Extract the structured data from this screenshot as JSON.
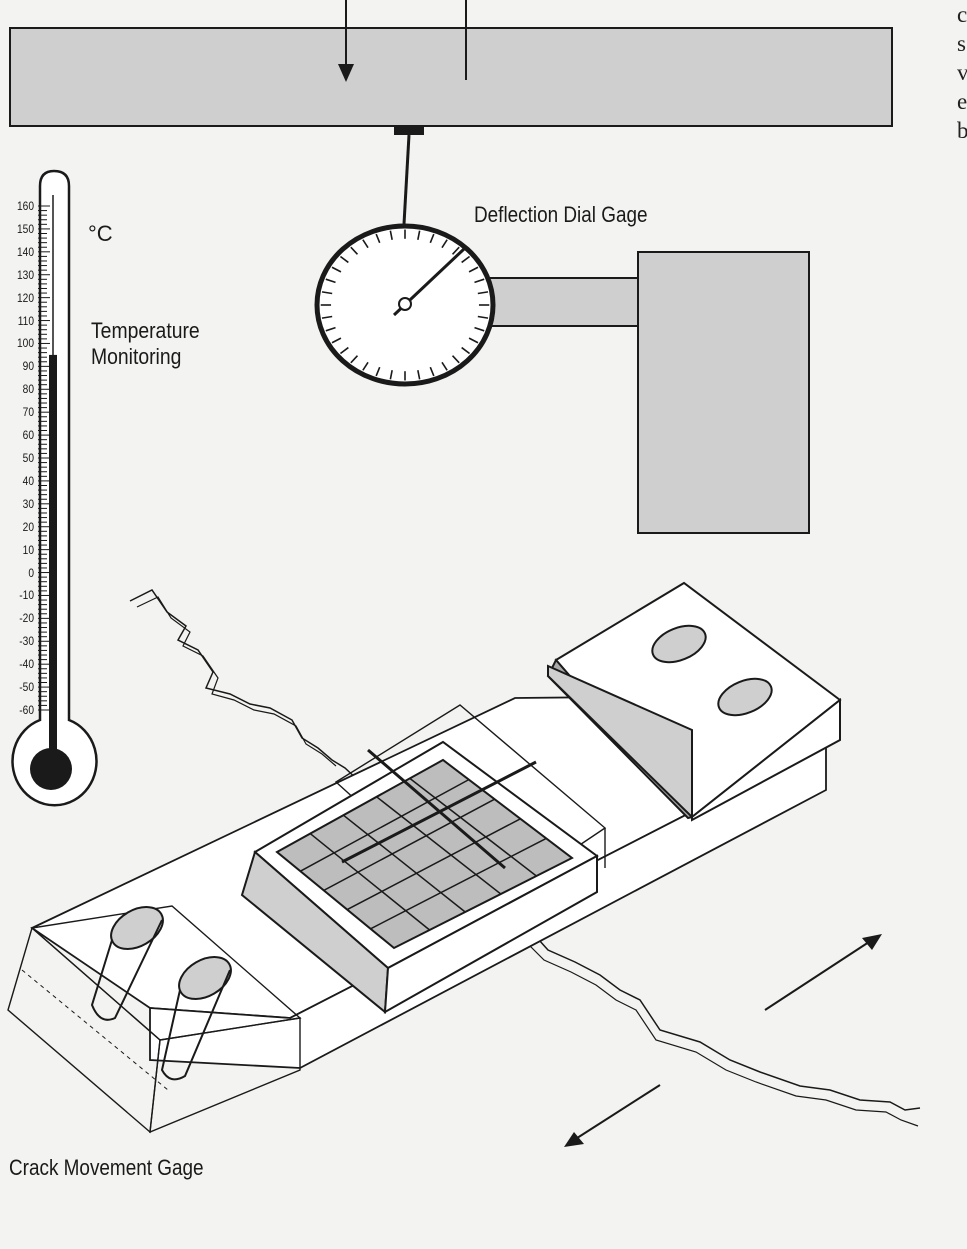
{
  "labels": {
    "dial_gage": "Deflection Dial Gage",
    "temp_unit": "°C",
    "temp_monitor_line1": "Temperature",
    "temp_monitor_line2": "Monitoring",
    "crack_gage": "Crack Movement Gage"
  },
  "thermometer": {
    "scale_labels": [
      "160",
      "150",
      "140",
      "130",
      "120",
      "110",
      "100",
      "90",
      "80",
      "70",
      "60",
      "50",
      "40",
      "30",
      "20",
      "10",
      "0",
      "-10",
      "-20",
      "-30",
      "-40",
      "-50",
      "-60"
    ],
    "reading": 95,
    "unit": "°C"
  },
  "page_text_fragment": [
    "c",
    "s",
    "v",
    "e",
    "b"
  ],
  "colors": {
    "ink": "#1a1a1a",
    "fill_gray": "#cfcfcf",
    "dark_gray": "#a9a9a9",
    "paper": "#f3f3f1"
  }
}
